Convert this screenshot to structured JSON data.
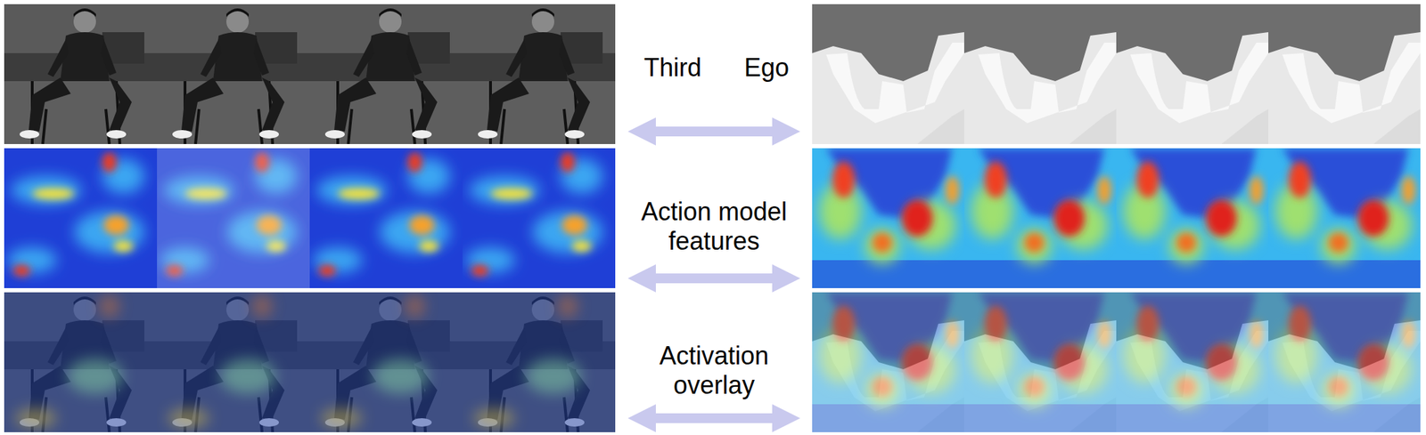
{
  "diagram": {
    "labels": [
      "Third",
      "Ego",
      "Action model features",
      "Activation overlay"
    ]
  }
}
